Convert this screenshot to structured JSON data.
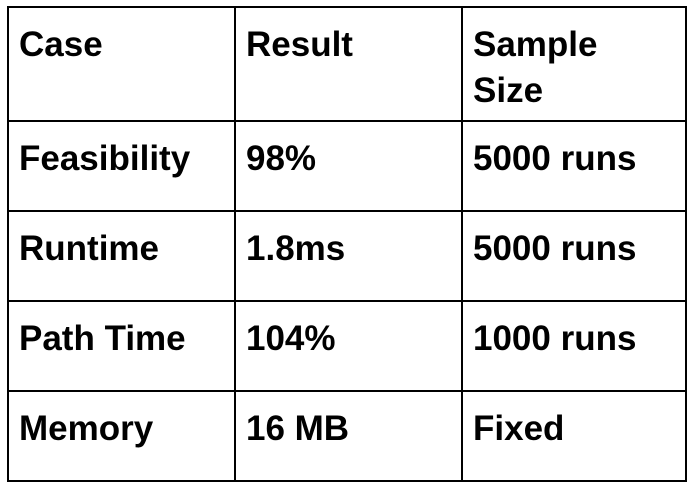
{
  "table": {
    "headers": [
      "Case",
      "Result",
      "Sample Size"
    ],
    "rows": [
      [
        "Feasibility",
        "98%",
        "5000 runs"
      ],
      [
        "Runtime",
        "1.8ms",
        "5000 runs"
      ],
      [
        "Path Time",
        "104%",
        "1000 runs"
      ],
      [
        "Memory",
        "16 MB",
        "Fixed"
      ]
    ]
  }
}
